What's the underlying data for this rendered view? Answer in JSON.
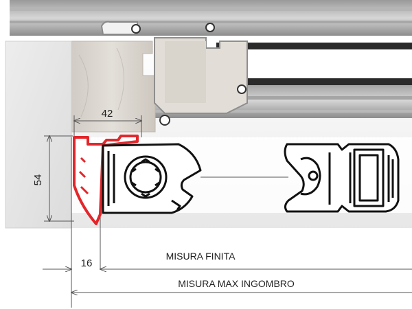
{
  "dimensions": {
    "width_label": "42",
    "height_label": "54",
    "gap_label": "16",
    "finished_size_label": "MISURA FINITA",
    "max_size_label": "MISURA MAX INGOMBRO"
  },
  "colors": {
    "highlight_profile": "#e3262b",
    "profile_outline": "#111111",
    "dimension_line": "#555555",
    "wall": "#e9e9e9",
    "wood": "#d9d5cf",
    "aluminum": "#c8c8c8",
    "glass_white": "#ffffff"
  },
  "icons": {
    "arrow": "arrowhead-icon"
  }
}
